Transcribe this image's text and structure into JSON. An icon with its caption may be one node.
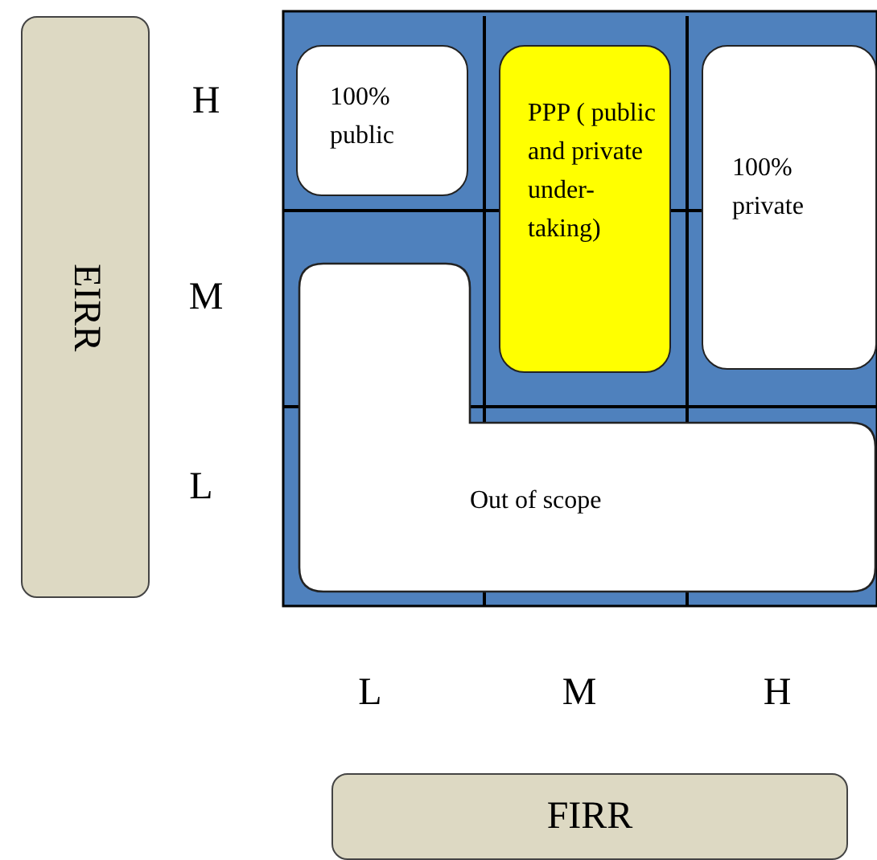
{
  "diagram": {
    "nodes": [
      {
        "text": [
          "EIRR"
        ]
      },
      {
        "text": [
          "100% public"
        ]
      },
      {
        "text": [
          "PPP ( public and private under- taking)"
        ]
      },
      {
        "text": [
          "100% private"
        ]
      },
      {
        "text": [
          "Out of scope"
        ]
      },
      {
        "text": [
          "FIRR"
        ]
      }
    ],
    "labels": [
      "H",
      "M",
      "L",
      "L",
      "M",
      "H"
    ]
  }
}
